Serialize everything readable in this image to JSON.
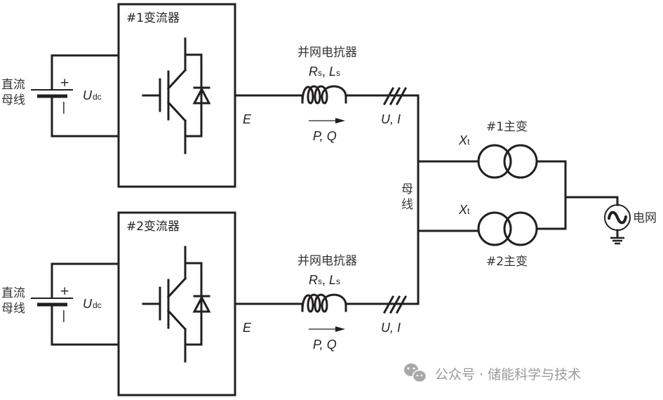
{
  "title": "双变流器并网系统结构示意图",
  "converters": [
    {
      "id": "1",
      "label": "#1变流器",
      "dc_bus_label_line1": "直流",
      "dc_bus_label_line2": "母线",
      "dc_voltage_symbol": "U",
      "dc_voltage_subscript": "dc",
      "plus_sign": "+",
      "minus_sign": "-",
      "output_voltage": "E",
      "reactor_label": "并网电抗器",
      "reactor_params_R": "R",
      "reactor_params_R_sub": "s",
      "reactor_params_sep": ", ",
      "reactor_params_L": "L",
      "reactor_params_L_sub": "s",
      "power_flow": "P, Q",
      "measurement": "U, I"
    },
    {
      "id": "2",
      "label": "#2变流器",
      "dc_bus_label_line1": "直流",
      "dc_bus_label_line2": "母线",
      "dc_voltage_symbol": "U",
      "dc_voltage_subscript": "dc",
      "plus_sign": "+",
      "minus_sign": "-",
      "output_voltage": "E",
      "reactor_label": "并网电抗器",
      "reactor_params_R": "R",
      "reactor_params_R_sub": "s",
      "reactor_params_sep": ", ",
      "reactor_params_L": "L",
      "reactor_params_L_sub": "s",
      "power_flow": "P, Q",
      "measurement": "U, I"
    }
  ],
  "bus": {
    "label_line1": "母",
    "label_line2": "线"
  },
  "transformers": [
    {
      "label": "#1主变",
      "reactance_symbol": "X",
      "reactance_subscript": "t"
    },
    {
      "label": "#2主变",
      "reactance_symbol": "X",
      "reactance_subscript": "t"
    }
  ],
  "grid": {
    "label": "电网",
    "icon": "ac-source-icon",
    "ground_icon": "ground-icon"
  },
  "watermark": {
    "icon": "wechat-icon",
    "text": "公众号 · 储能科学与技术"
  }
}
